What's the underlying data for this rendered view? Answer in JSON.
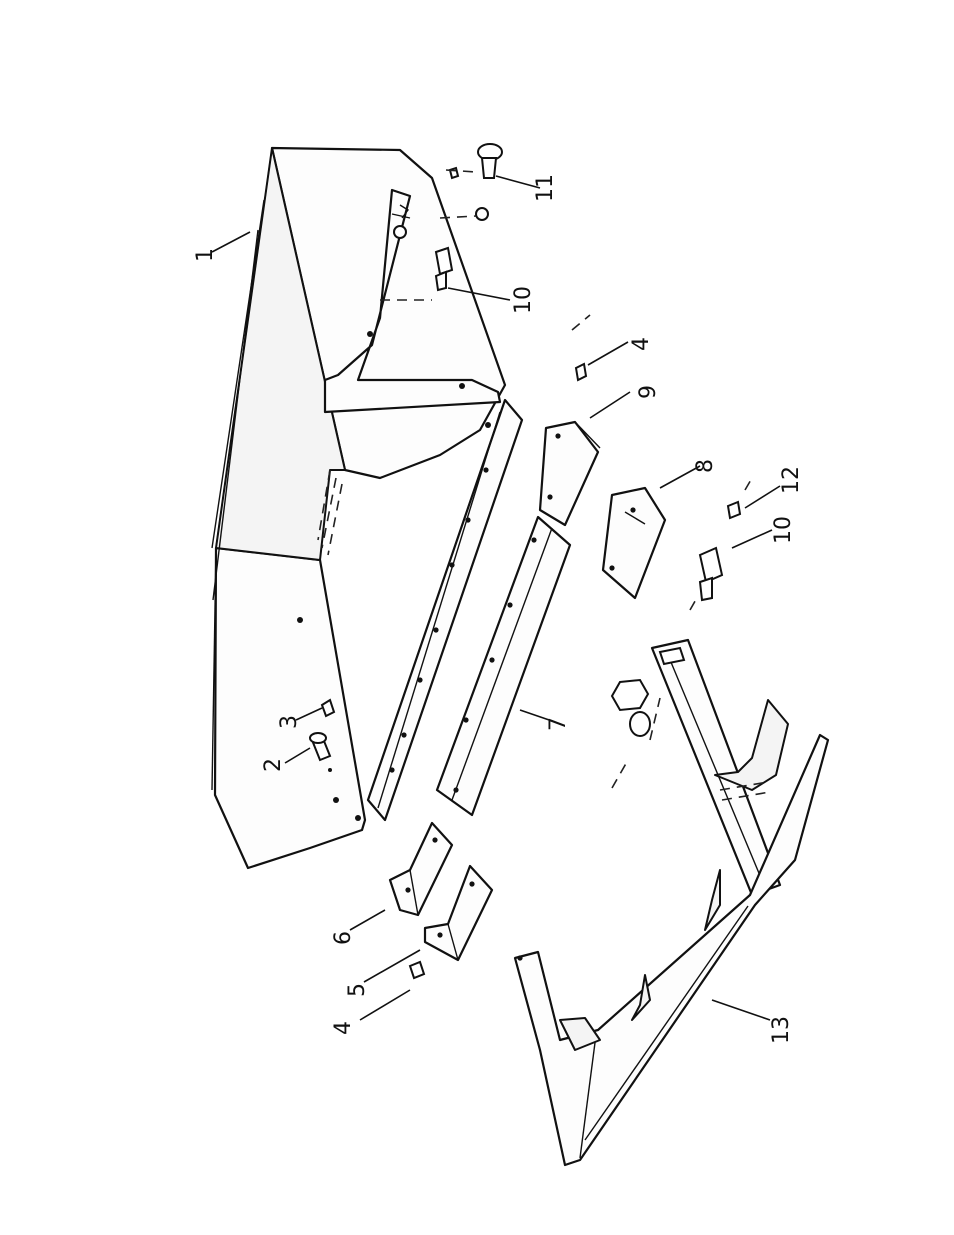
{
  "callouts": {
    "c1": "1",
    "c2": "2",
    "c3": "3",
    "c4a": "4",
    "c4b": "4",
    "c5": "5",
    "c6": "6",
    "c7": "7",
    "c8": "8",
    "c9": "9",
    "c10a": "10",
    "c10b": "10",
    "c11": "11",
    "c12": "12",
    "c13": "13"
  }
}
